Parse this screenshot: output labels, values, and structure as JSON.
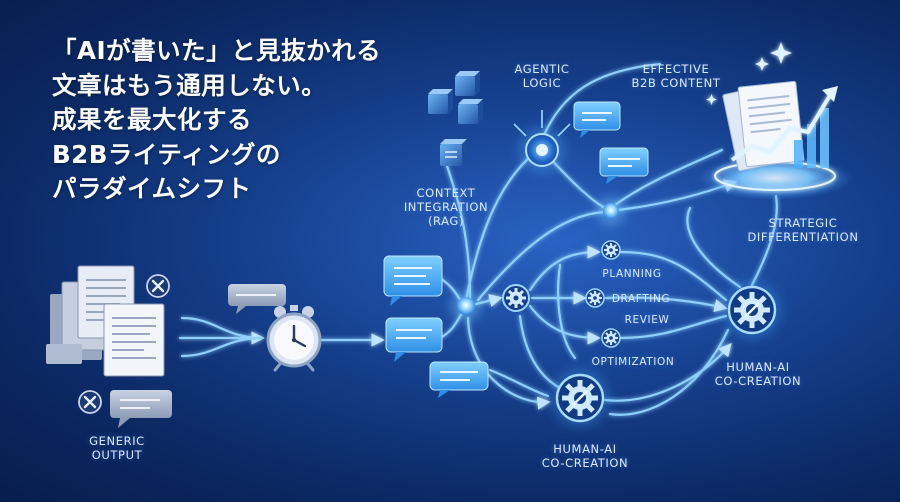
{
  "headline": {
    "lines": [
      "「AIが書いた」と見抜かれる",
      "文章はもう通用しない。",
      "成果を最大化する",
      "B2Bライティングの",
      "パラダイムシフト"
    ]
  },
  "labels": {
    "generic_output": [
      "GENERIC",
      "OUTPUT"
    ],
    "context_integration": [
      "CONTEXT",
      "INTEGRATION",
      "(RAG)"
    ],
    "agentic_logic": [
      "AGENTIC",
      "LOGIC"
    ],
    "effective_content": [
      "EFFECTIVE",
      "B2B CONTENT"
    ],
    "strategic_differentiation": [
      "STRATEGIC",
      "DIFFERENTIATION"
    ],
    "planning": "PLANNING",
    "drafting": "DRAFTING",
    "review": "REVIEW",
    "optimization": "OPTIMIZATION",
    "human_ai_bottom": [
      "HUMAN-AI",
      "CO-CREATION"
    ],
    "human_ai_right": [
      "HUMAN-AI",
      "CO-CREATION"
    ]
  },
  "icons": {
    "documents": "document-stack-icon",
    "reject": "x-circle-icon",
    "clock": "alarm-clock-icon",
    "chat": "chat-bubble-icon",
    "gear": "gear-icon",
    "chart": "rising-chart-icon",
    "star": "sparkle-icon"
  },
  "colors": {
    "background_dark": "#081d4d",
    "background_mid": "#16418f",
    "glow": "#6fc3ff",
    "node": "#cfeaff",
    "text": "#ffffff"
  }
}
